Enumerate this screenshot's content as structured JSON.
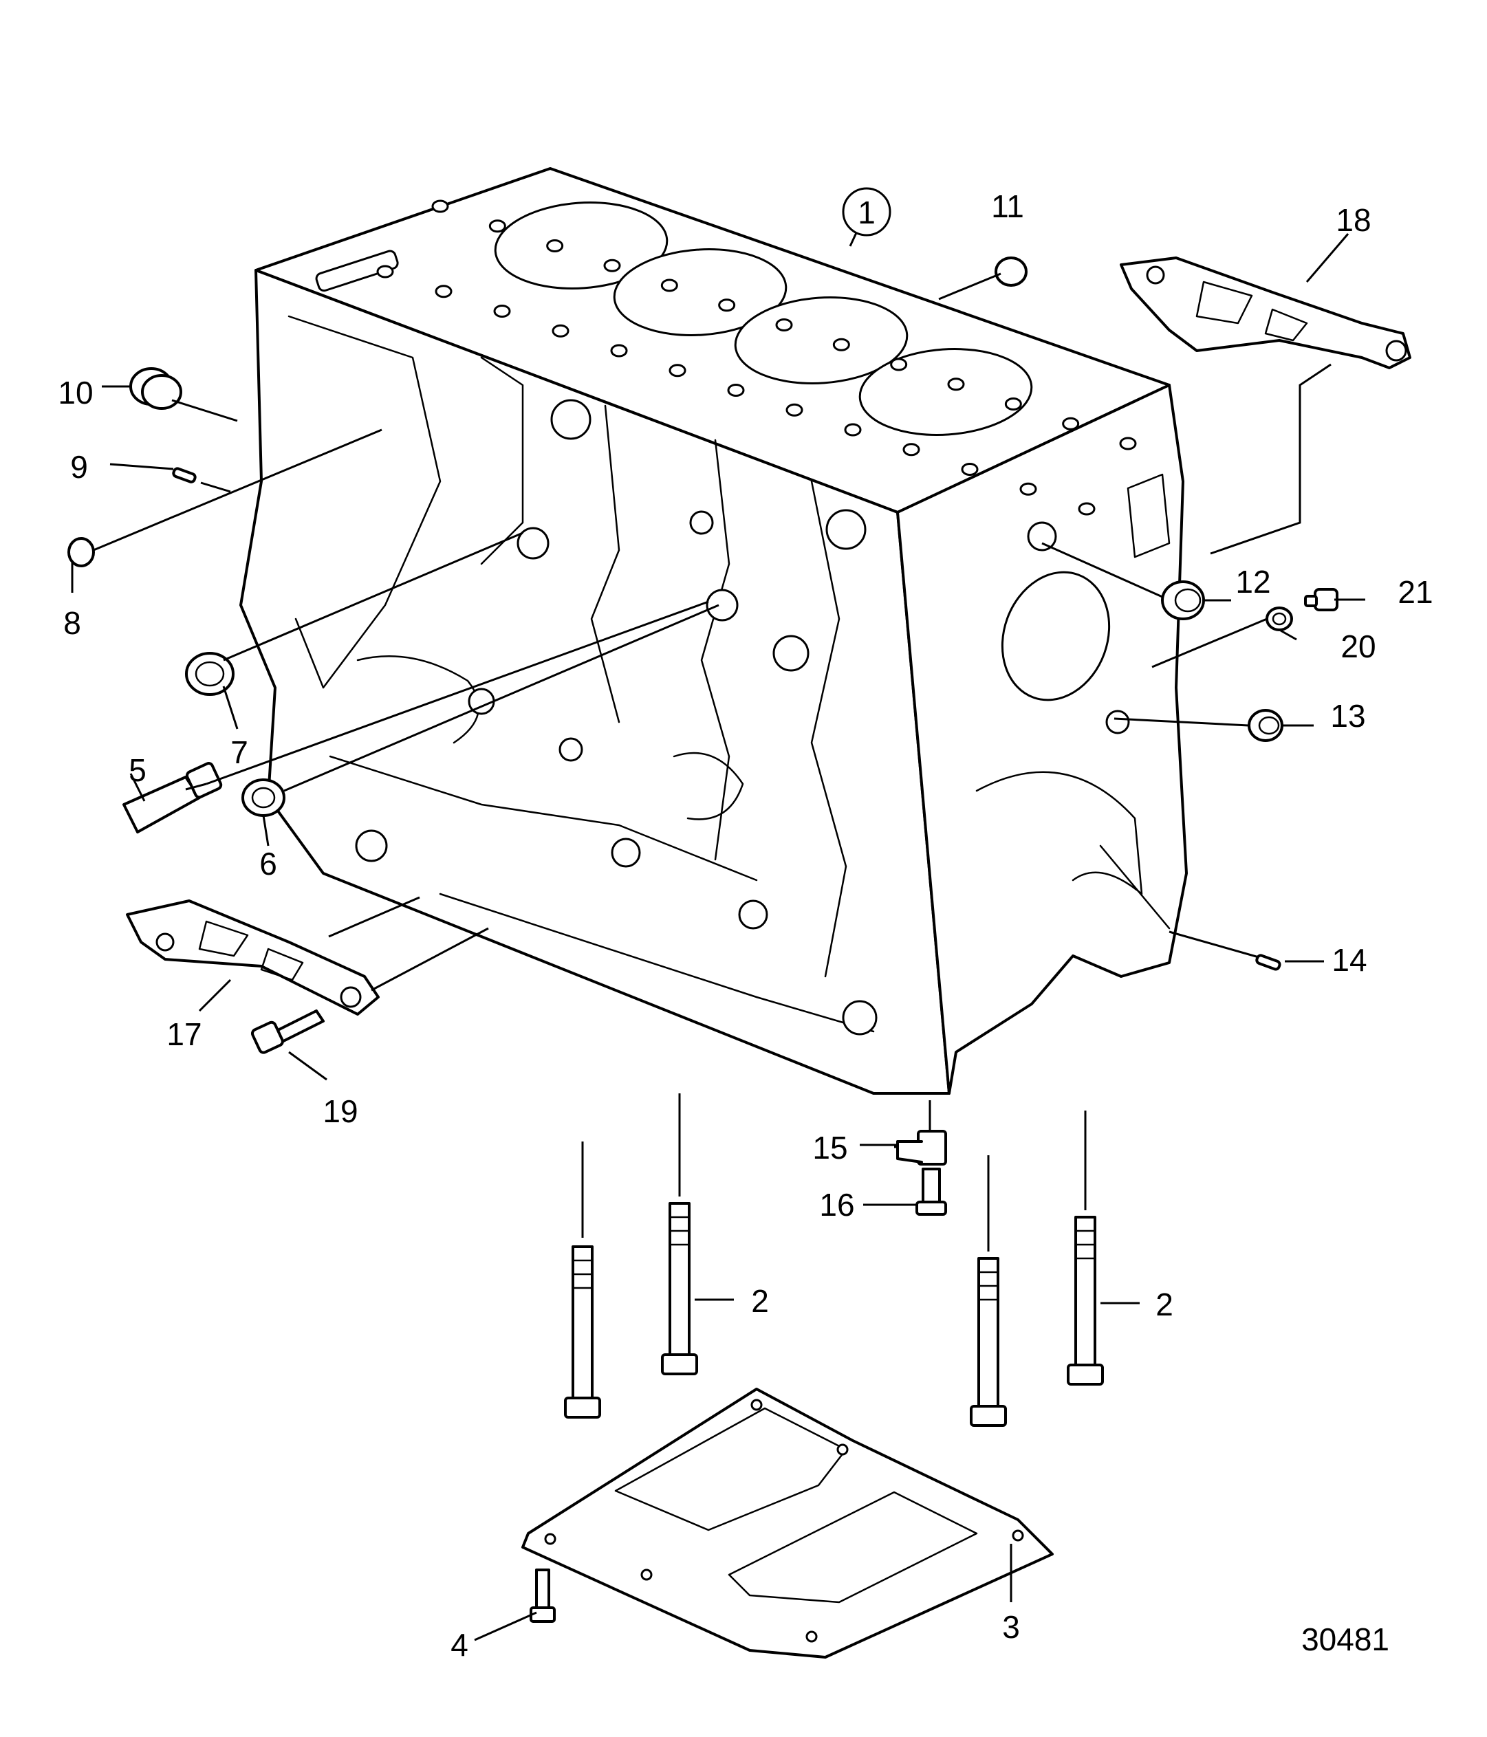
{
  "diagram": {
    "drawing_number": "30481",
    "callouts": [
      {
        "id": "c1",
        "text": "1",
        "circled": true
      },
      {
        "id": "c2a",
        "text": "2"
      },
      {
        "id": "c2b",
        "text": "2"
      },
      {
        "id": "c3",
        "text": "3"
      },
      {
        "id": "c4",
        "text": "4"
      },
      {
        "id": "c5",
        "text": "5"
      },
      {
        "id": "c6",
        "text": "6"
      },
      {
        "id": "c7",
        "text": "7"
      },
      {
        "id": "c8",
        "text": "8"
      },
      {
        "id": "c9",
        "text": "9"
      },
      {
        "id": "c10",
        "text": "10"
      },
      {
        "id": "c11",
        "text": "11"
      },
      {
        "id": "c12",
        "text": "12"
      },
      {
        "id": "c13",
        "text": "13"
      },
      {
        "id": "c14",
        "text": "14"
      },
      {
        "id": "c15",
        "text": "15"
      },
      {
        "id": "c16",
        "text": "16"
      },
      {
        "id": "c17",
        "text": "17"
      },
      {
        "id": "c18",
        "text": "18"
      },
      {
        "id": "c19",
        "text": "19"
      },
      {
        "id": "c20",
        "text": "20"
      },
      {
        "id": "c21",
        "text": "21"
      }
    ]
  }
}
